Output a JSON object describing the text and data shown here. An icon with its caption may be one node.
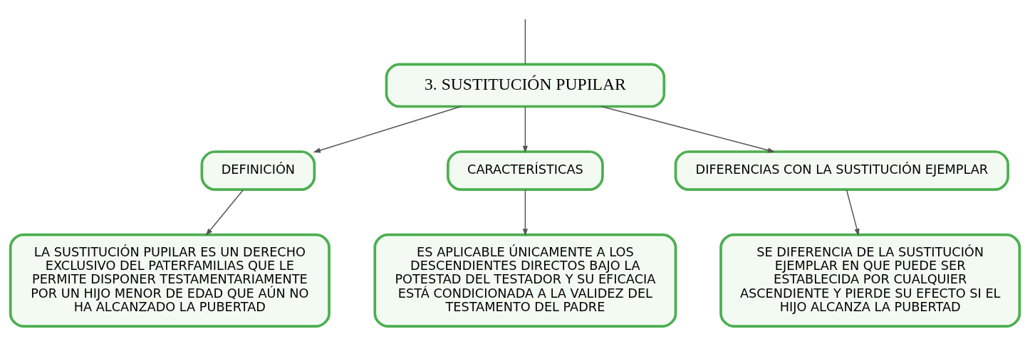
{
  "diagram": {
    "nodes": [
      {
        "text": [
          "3. SUSTITUCIÓN PUPILAR"
        ]
      },
      {
        "text": [
          "DEFINICIÓN"
        ]
      },
      {
        "text": [
          "CARACTERÍSTICAS"
        ]
      },
      {
        "text": [
          "DIFERENCIAS CON LA SUSTITUCIÓN EJEMPLAR"
        ]
      },
      {
        "text": [
          "LA SUSTITUCIÓN PUPILAR ES UN DERECHO EXCLUSIVO DEL PATERFAMILIAS QUE LE PERMITE DISPONER TESTAMENTARIAMENTE POR UN HIJO MENOR DE EDAD QUE AÚN NO HA ALCANZADO LA PUBERTAD"
        ]
      },
      {
        "text": [
          "ES APLICABLE ÚNICAMENTE A LOS DESCENDIENTES DIRECTOS BAJO LA POTESTAD DEL TESTADOR Y SU EFICACIA ESTÁ CONDICIONADA A LA VALIDEZ DEL TESTAMENTO DEL PADRE"
        ]
      },
      {
        "text": [
          "SE DIFERENCIA DE LA SUSTITUCIÓN EJEMPLAR EN QUE PUEDE SER ESTABLECIDA POR CUALQUIER ASCENDIENTE Y PIERDE SU EFECTO SI EL HIJO ALCANZA LA PUBERTAD"
        ]
      }
    ],
    "edges": [
      {
        "from": null,
        "to": 0,
        "arrow": "none"
      },
      {
        "from": 0,
        "to": 1,
        "arrow": "to"
      },
      {
        "from": 0,
        "to": 2,
        "arrow": "to"
      },
      {
        "from": 0,
        "to": 3,
        "arrow": "to"
      },
      {
        "from": 1,
        "to": 4,
        "arrow": "to"
      },
      {
        "from": 2,
        "to": 5,
        "arrow": "to"
      },
      {
        "from": 3,
        "to": 6,
        "arrow": "to"
      }
    ]
  }
}
